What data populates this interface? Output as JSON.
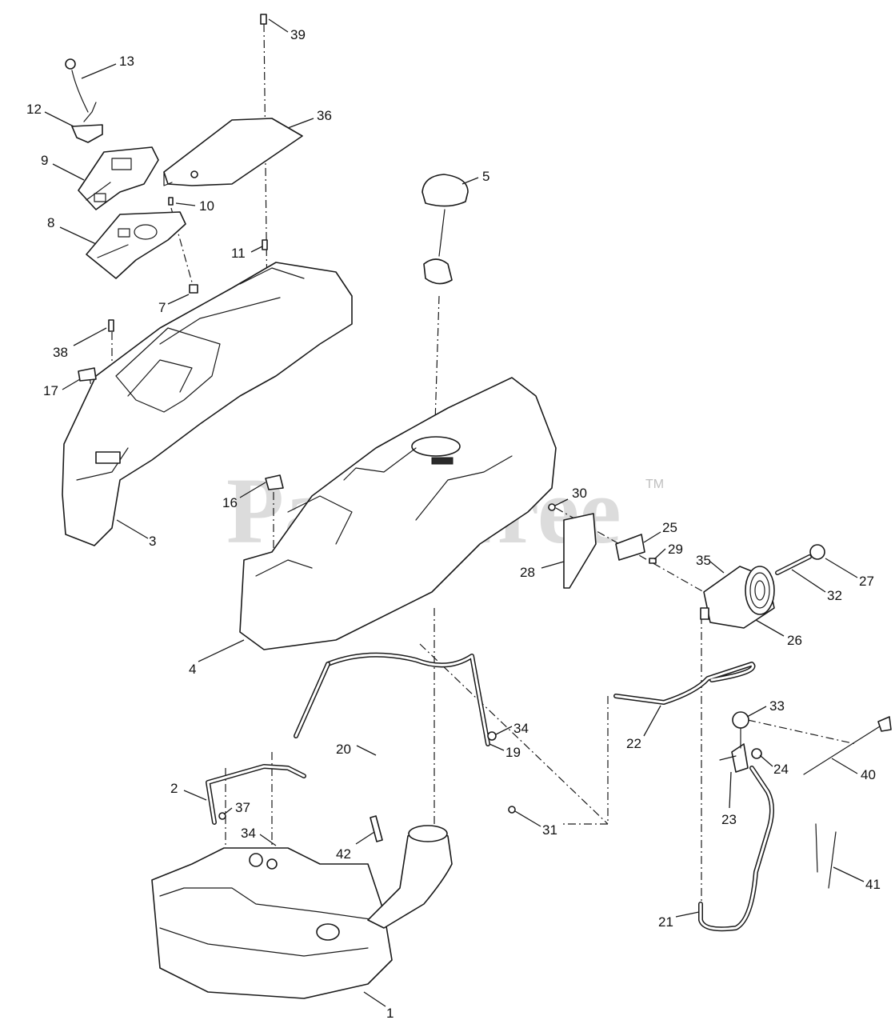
{
  "watermark": {
    "text": "PartsTree",
    "trademark": "TM"
  },
  "callouts": [
    "1",
    "2",
    "3",
    "4",
    "5",
    "7",
    "8",
    "9",
    "10",
    "11",
    "12",
    "13",
    "16",
    "17",
    "19",
    "20",
    "21",
    "22",
    "23",
    "24",
    "25",
    "26",
    "27",
    "28",
    "29",
    "30",
    "31",
    "32",
    "33",
    "34",
    "35",
    "36",
    "37",
    "38",
    "39",
    "40",
    "41",
    "42"
  ]
}
